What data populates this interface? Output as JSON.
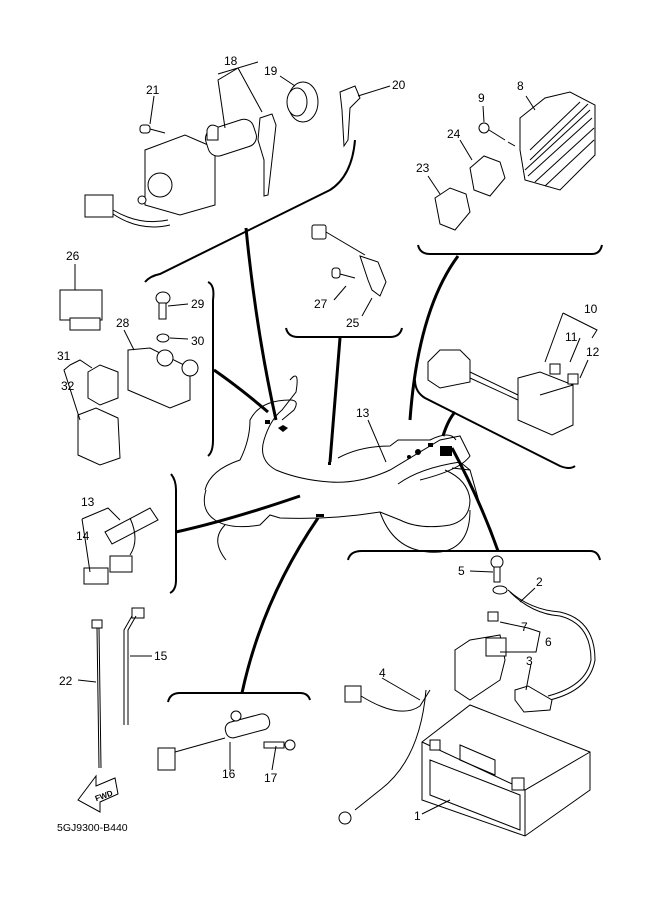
{
  "diagram": {
    "title_code": "5GJ9300-B440",
    "fwd_arrow_label": "FWD",
    "groups": [
      {
        "name": "main-switch-group",
        "parts": [
          "18",
          "19",
          "20",
          "21"
        ]
      },
      {
        "name": "rectifier-group",
        "parts": [
          "8",
          "9",
          "23",
          "24"
        ]
      },
      {
        "name": "sensor-group",
        "parts": [
          "25",
          "27"
        ]
      },
      {
        "name": "relay-group",
        "parts": [
          "26",
          "28",
          "29",
          "30",
          "31",
          "32"
        ]
      },
      {
        "name": "fuse-box-group",
        "parts": [
          "10",
          "11",
          "12"
        ]
      },
      {
        "name": "harness-group",
        "parts": [
          "13",
          "14"
        ]
      },
      {
        "name": "battery-group",
        "parts": [
          "1",
          "2",
          "3",
          "4",
          "5",
          "6",
          "7"
        ]
      },
      {
        "name": "switch-group",
        "parts": [
          "16",
          "17"
        ]
      }
    ],
    "callouts": [
      {
        "id": "18",
        "text": "18"
      },
      {
        "id": "19",
        "text": "19"
      },
      {
        "id": "20",
        "text": "20"
      },
      {
        "id": "21",
        "text": "21"
      },
      {
        "id": "8",
        "text": "8"
      },
      {
        "id": "9",
        "text": "9"
      },
      {
        "id": "24",
        "text": "24"
      },
      {
        "id": "23",
        "text": "23"
      },
      {
        "id": "26",
        "text": "26"
      },
      {
        "id": "29",
        "text": "29"
      },
      {
        "id": "28",
        "text": "28"
      },
      {
        "id": "30",
        "text": "30"
      },
      {
        "id": "31",
        "text": "31"
      },
      {
        "id": "32",
        "text": "32"
      },
      {
        "id": "27",
        "text": "27"
      },
      {
        "id": "25",
        "text": "25"
      },
      {
        "id": "10",
        "text": "10"
      },
      {
        "id": "11",
        "text": "11"
      },
      {
        "id": "12",
        "text": "12"
      },
      {
        "id": "13a",
        "text": "13"
      },
      {
        "id": "13b",
        "text": "13"
      },
      {
        "id": "14",
        "text": "14"
      },
      {
        "id": "15",
        "text": "15"
      },
      {
        "id": "22",
        "text": "22"
      },
      {
        "id": "5",
        "text": "5"
      },
      {
        "id": "2",
        "text": "2"
      },
      {
        "id": "7",
        "text": "7"
      },
      {
        "id": "6",
        "text": "6"
      },
      {
        "id": "3",
        "text": "3"
      },
      {
        "id": "4",
        "text": "4"
      },
      {
        "id": "16",
        "text": "16"
      },
      {
        "id": "17",
        "text": "17"
      },
      {
        "id": "1",
        "text": "1"
      }
    ]
  }
}
